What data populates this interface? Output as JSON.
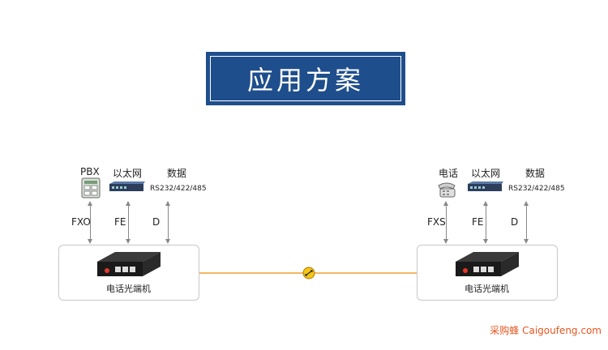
{
  "banner": {
    "title": "应用方案"
  },
  "left": {
    "top_labels": {
      "pbx": "PBX",
      "ethernet": "以太网",
      "data": "数据",
      "rs": "RS232/422/485"
    },
    "channels": {
      "a": "FXO",
      "b": "FE",
      "c": "D"
    },
    "device_label": "电话光端机"
  },
  "right": {
    "top_labels": {
      "phone": "电话",
      "ethernet": "以太网",
      "data": "数据",
      "rs": "RS232/422/485"
    },
    "channels": {
      "a": "FXS",
      "b": "FE",
      "c": "D"
    },
    "device_label": "电话光端机"
  },
  "link": {
    "color": "#f0a030"
  },
  "watermark": "采购蜂 Caigoufeng.com",
  "colors": {
    "banner": "#1f4e8c",
    "fiber": "#f0a030",
    "watermark": "#e8551f"
  }
}
